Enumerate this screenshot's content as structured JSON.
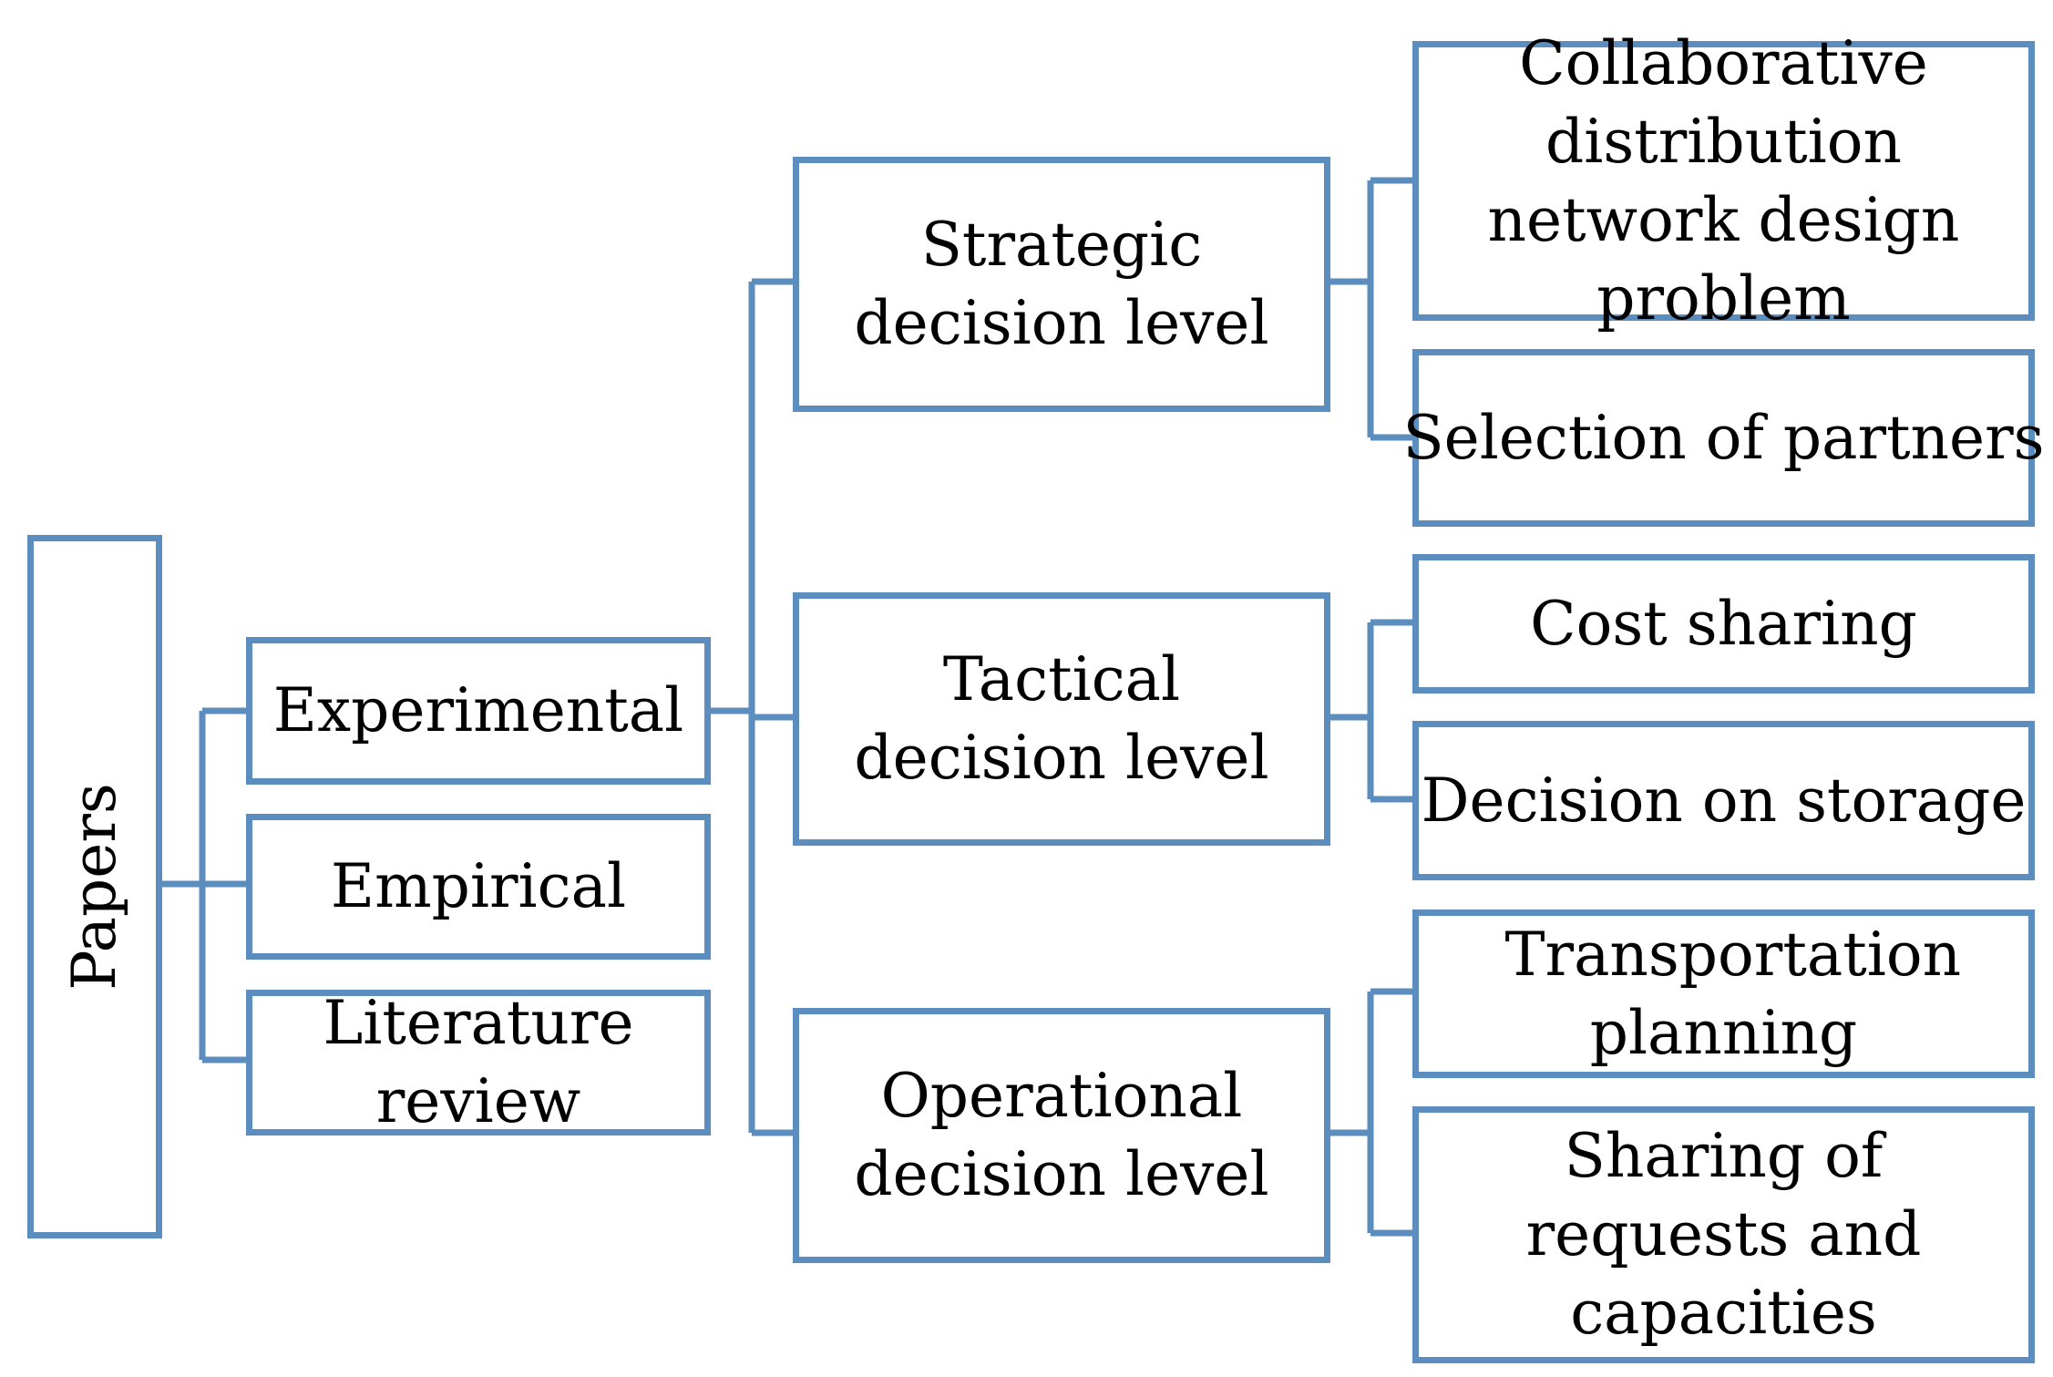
{
  "colors": {
    "accent": "#5B8DBE"
  },
  "root": {
    "label": "Papers"
  },
  "methods": [
    {
      "label": "Experimental"
    },
    {
      "label": "Empirical"
    },
    {
      "label": "Literature review"
    }
  ],
  "levels": [
    {
      "label": "Strategic decision level"
    },
    {
      "label": "Tactical decision level"
    },
    {
      "label": "Operational decision level"
    }
  ],
  "topics": [
    {
      "label": "Collaborative distribution network design problem"
    },
    {
      "label": "Selection of partners"
    },
    {
      "label": "Cost sharing"
    },
    {
      "label": "Decision on storage"
    },
    {
      "label": "Transportation planning"
    },
    {
      "label": "Sharing of requests and capacities"
    }
  ]
}
